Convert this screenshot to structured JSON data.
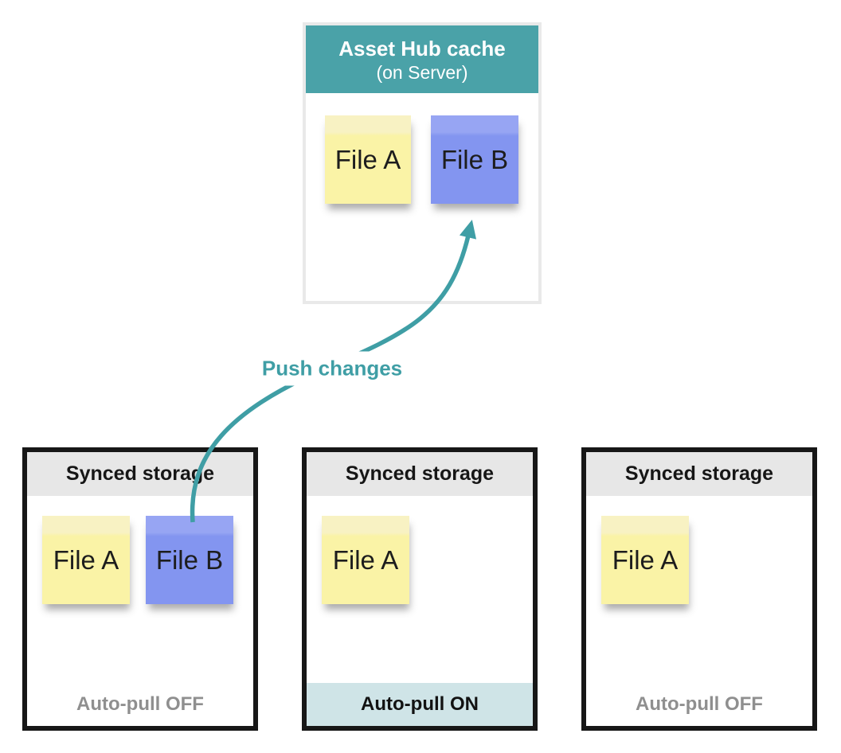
{
  "colors": {
    "teal-header": "#4AA2A8",
    "teal-arrow": "#3F9EA5",
    "note-yellow": "#FAF3A6",
    "note-yellow-light": "#F8F2C3",
    "note-blue": "#8395F0",
    "note-blue-light": "#97A5F3",
    "box-border-dark": "#171717",
    "box-border-light": "#E9E9E9",
    "header-gray": "#E7E7E7",
    "footer-on-bg": "#CFE4E7",
    "footer-off-text": "#8F8F8F",
    "text-dark": "#1D1D1D"
  },
  "server_box": {
    "title": "Asset Hub cache",
    "subtitle": "(on Server)",
    "files": [
      {
        "label": "File A",
        "color": "yellow"
      },
      {
        "label": "File B",
        "color": "blue"
      }
    ]
  },
  "arrow": {
    "label": "Push changes",
    "icon": "curved-arrow-up"
  },
  "clients": [
    {
      "title": "Synced storage",
      "files": [
        {
          "label": "File A",
          "color": "yellow"
        },
        {
          "label": "File B",
          "color": "blue"
        }
      ],
      "footer": "Auto-pull OFF",
      "footer_state": "off"
    },
    {
      "title": "Synced storage",
      "files": [
        {
          "label": "File A",
          "color": "yellow"
        }
      ],
      "footer": "Auto-pull ON",
      "footer_state": "on"
    },
    {
      "title": "Synced storage",
      "files": [
        {
          "label": "File A",
          "color": "yellow"
        }
      ],
      "footer": "Auto-pull OFF",
      "footer_state": "off"
    }
  ]
}
